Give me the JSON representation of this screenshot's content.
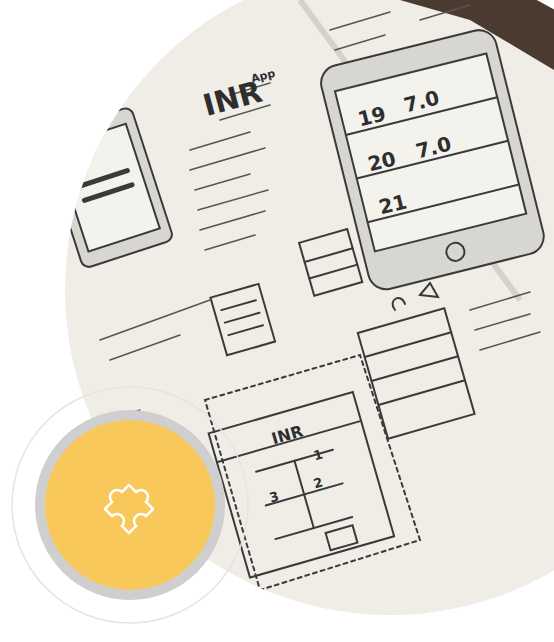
{
  "diagram": {
    "labels": [
      "INR",
      "App",
      "19",
      "7.0",
      "20",
      "7.0",
      "21",
      "INR",
      "1",
      "3",
      "2"
    ]
  }
}
